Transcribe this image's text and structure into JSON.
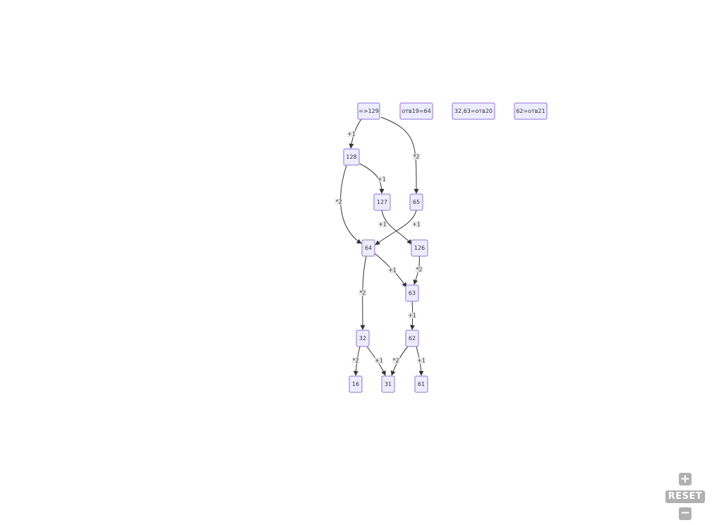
{
  "diagram": {
    "nodes": [
      {
        "id": "n129",
        "label": "=>129"
      },
      {
        "id": "ans19",
        "label": "отв19=64"
      },
      {
        "id": "ans20",
        "label": "32,63=отв20"
      },
      {
        "id": "ans21",
        "label": "62=отв21"
      },
      {
        "id": "n128",
        "label": "128"
      },
      {
        "id": "n127",
        "label": "127"
      },
      {
        "id": "n65",
        "label": "65"
      },
      {
        "id": "n64",
        "label": "64"
      },
      {
        "id": "n126",
        "label": "126"
      },
      {
        "id": "n63",
        "label": "63"
      },
      {
        "id": "n32",
        "label": "32"
      },
      {
        "id": "n62",
        "label": "62"
      },
      {
        "id": "n16",
        "label": "16"
      },
      {
        "id": "n31",
        "label": "31"
      },
      {
        "id": "n61",
        "label": "61"
      }
    ],
    "edges": [
      {
        "from": "n129",
        "to": "n128",
        "label": "+1"
      },
      {
        "from": "n129",
        "to": "n65",
        "label": "*2"
      },
      {
        "from": "n128",
        "to": "n127",
        "label": "+1"
      },
      {
        "from": "n128",
        "to": "n64",
        "label": "*2"
      },
      {
        "from": "n127",
        "to": "n126",
        "label": "+1"
      },
      {
        "from": "n65",
        "to": "n64",
        "label": "+1"
      },
      {
        "from": "n64",
        "to": "n63",
        "label": "+1"
      },
      {
        "from": "n64",
        "to": "n32",
        "label": "*2"
      },
      {
        "from": "n126",
        "to": "n63",
        "label": "*2"
      },
      {
        "from": "n63",
        "to": "n62",
        "label": "+1"
      },
      {
        "from": "n32",
        "to": "n16",
        "label": "*2"
      },
      {
        "from": "n32",
        "to": "n31",
        "label": "+1"
      },
      {
        "from": "n62",
        "to": "n31",
        "label": "*2"
      },
      {
        "from": "n62",
        "to": "n61",
        "label": "+1"
      }
    ]
  },
  "controls": {
    "zoom_in_label": "+",
    "reset_label": "RESET",
    "zoom_out_label": "−"
  }
}
